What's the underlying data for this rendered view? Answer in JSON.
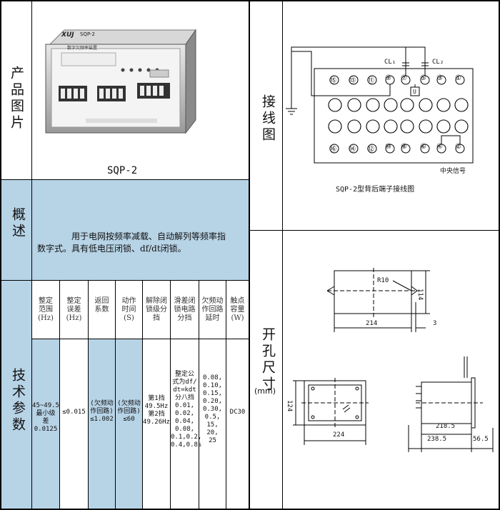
{
  "left": {
    "row1_label": "产品图片",
    "model": "SQP-2",
    "device": {
      "brand": "XUJ",
      "model_tag": "SQP-2",
      "name": "数字欠频率装置"
    },
    "row2_label": "概述",
    "overview_line1": "用于电网按频率减载、自动解列等频率指",
    "overview_line2": "数字式。具有低电压闭锁、df/dt闭锁。",
    "row3_label": "技术参数",
    "headers": [
      {
        "l1": "整定",
        "l2": "范围",
        "l3": "(Hz)"
      },
      {
        "l1": "整定",
        "l2": "误差",
        "l3": "(Hz)"
      },
      {
        "l1": "返回",
        "l2": "系数",
        "l3": ""
      },
      {
        "l1": "动作",
        "l2": "时间",
        "l3": "(S)"
      },
      {
        "l1": "解除闭",
        "l2": "锁级分",
        "l3": "挡"
      },
      {
        "l1": "滑差闭",
        "l2": "锁电路",
        "l3": "分挡"
      },
      {
        "l1": "欠频动",
        "l2": "作回路",
        "l3": "延时"
      },
      {
        "l1": "触点",
        "l2": "容量",
        "l3": "(W)"
      }
    ],
    "values": {
      "c0": [
        "45~49.5",
        "最小级",
        "差0.0125"
      ],
      "c1": [
        "≤0.015"
      ],
      "c2": [
        "(欠频动",
        "作回路)",
        "≤1.002"
      ],
      "c3": [
        "(欠频动",
        "作回路)",
        "≤60"
      ],
      "c4": [
        "第1挡",
        "49.5Hz",
        "第2挡",
        "49.26Hz"
      ],
      "c5": [
        "整定公",
        "式为df/",
        "dt=kdt",
        "分八挡",
        "0.01,",
        "0.02,",
        "0.04,",
        "0.08,",
        "0.1,0.2,",
        "0.4,0.8s"
      ],
      "c6": [
        "0.08,",
        "0.10,",
        "0.15,",
        "0.20,",
        "0.30,",
        "0.5,",
        "15,",
        "20,",
        "25"
      ],
      "c7": [
        "DC30"
      ]
    }
  },
  "right": {
    "wiring_label": "接线图",
    "terminals_top": [
      "⑮",
      "⑬",
      "⑪",
      "⑨",
      "⑦",
      "⑤",
      "③",
      "①"
    ],
    "terminals_bottom": [
      "⑯",
      "⑭",
      "⑫",
      "⑩",
      "⑧",
      "⑥",
      "④",
      "②"
    ],
    "cl1": "CL₁",
    "cl2": "CL₂",
    "u_label": "U",
    "central_signal": "中央信号",
    "wiring_caption": "SQP-2型背后端子接线图",
    "cutout_label": "开孔尺寸",
    "cutout_unit": "(mm)",
    "dims": {
      "r10": "R10",
      "d214": "214",
      "d114": "114",
      "d3": "3",
      "d124": "124",
      "d224": "224",
      "d2185": "218.5",
      "d2385": "238.5",
      "d565": "56.5"
    }
  }
}
